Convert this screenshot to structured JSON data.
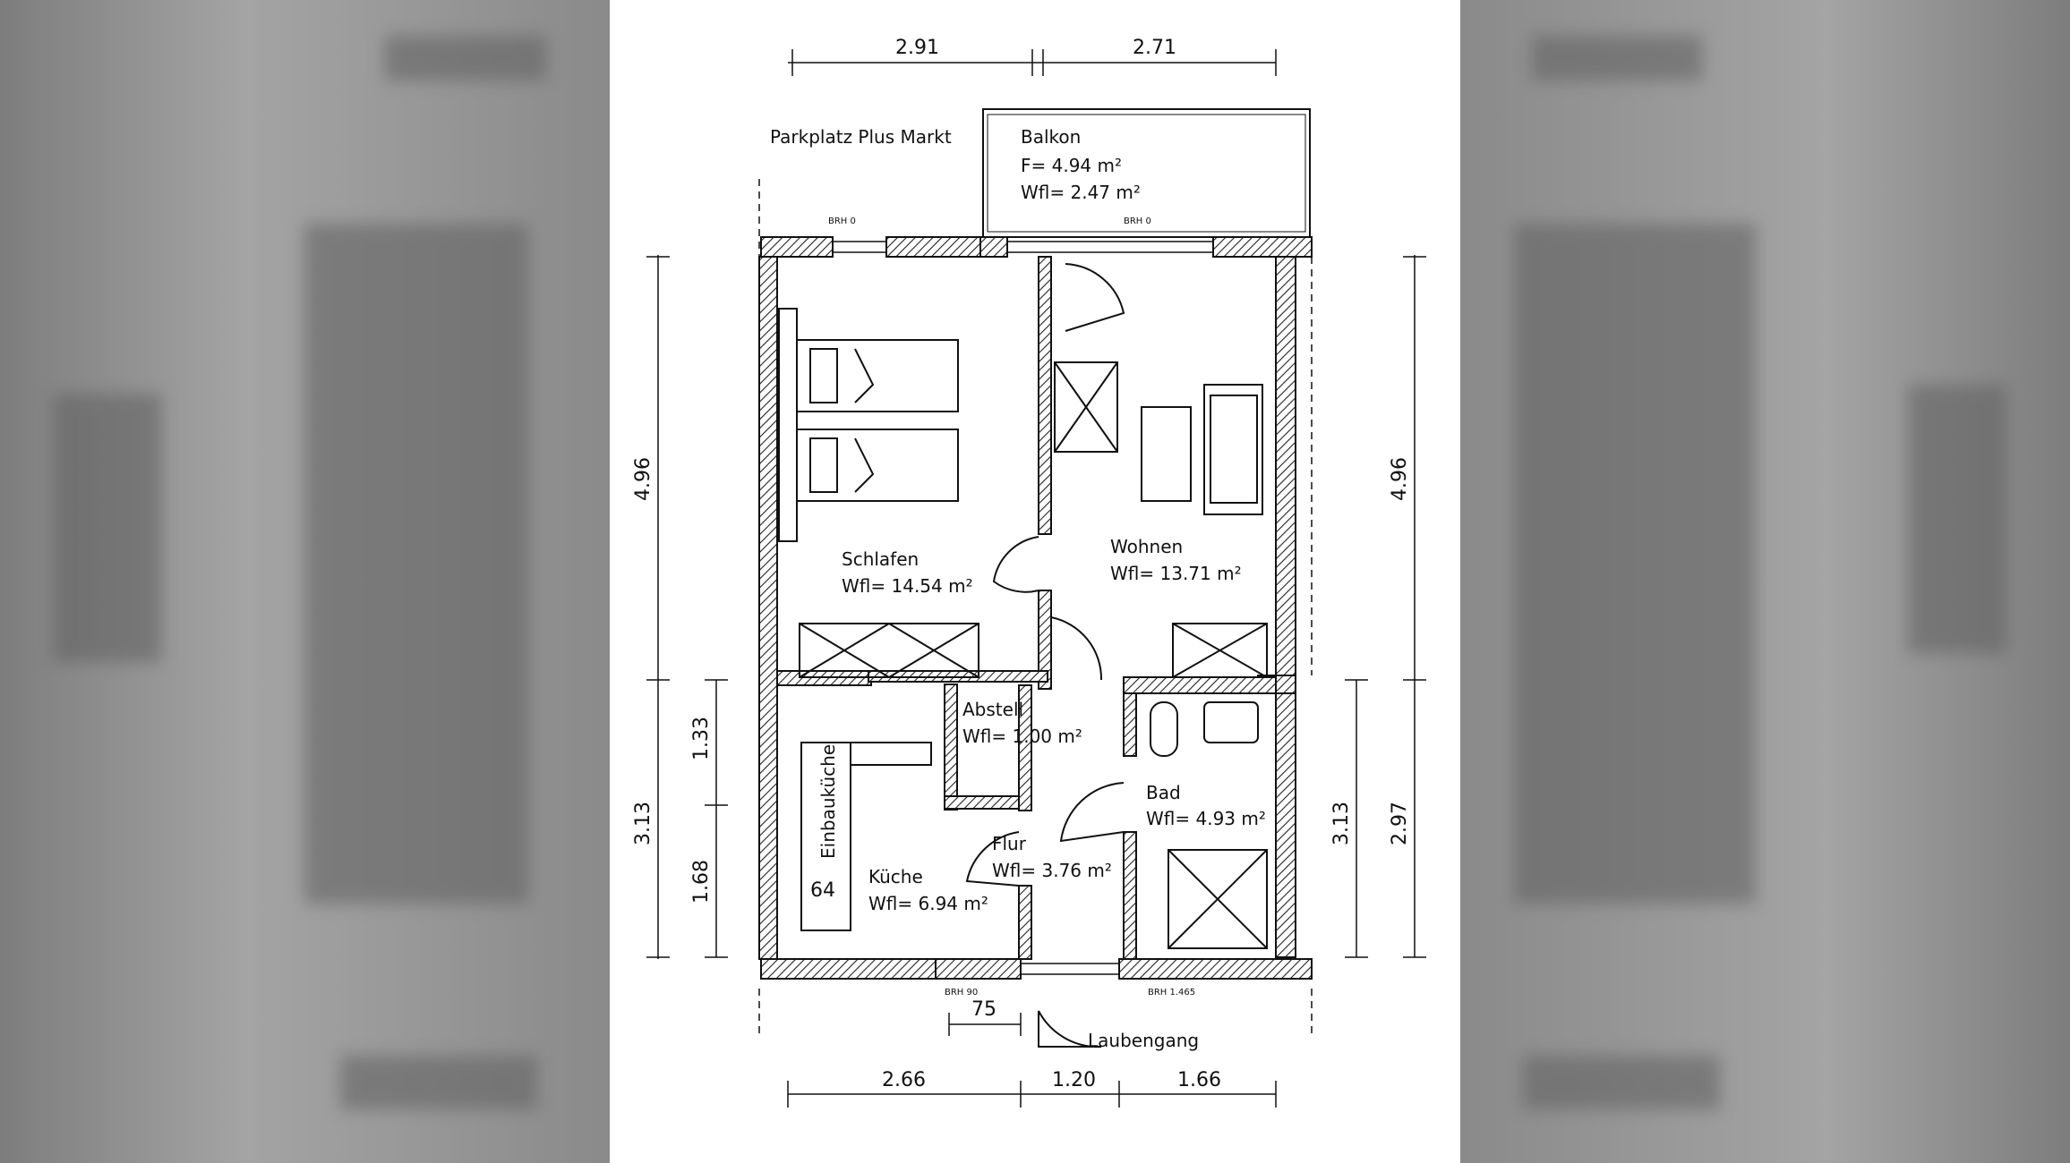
{
  "dimensions": {
    "top": [
      "2.91",
      "2.71"
    ],
    "bottom": [
      "2.66",
      "1.20",
      "1.66"
    ],
    "left_total": "4.96",
    "left_lower_total": "3.13",
    "left_lower_parts": [
      "1.33",
      "1.68"
    ],
    "right_total": "4.96",
    "right_lower_total": "3.13",
    "right_bath": "2.97",
    "door_width": "75",
    "counter": "64"
  },
  "labels": {
    "parking": "Parkplatz Plus Markt",
    "walkway": "Laubengang",
    "brh_top_left": "BRH 0",
    "brh_top_right": "BRH 0",
    "brh_bottom_left": "BRH 90",
    "brh_bottom_right": "BRH 1.465",
    "kitchenette": "Einbauküche"
  },
  "rooms": {
    "balkon": {
      "name": "Balkon",
      "area_f": "F= 4.94 m²",
      "area_wfl": "Wfl= 2.47 m²"
    },
    "schlafen": {
      "name": "Schlafen",
      "area": "Wfl= 14.54 m²"
    },
    "wohnen": {
      "name": "Wohnen",
      "area": "Wfl= 13.71 m²"
    },
    "abstell": {
      "name": "Abstell",
      "area": "Wfl= 1.00 m²"
    },
    "bad": {
      "name": "Bad",
      "area": "Wfl= 4.93 m²"
    },
    "kueche": {
      "name": "Küche",
      "area": "Wfl= 6.94 m²"
    },
    "flur": {
      "name": "Flur",
      "area": "Wfl= 3.76 m²"
    }
  }
}
